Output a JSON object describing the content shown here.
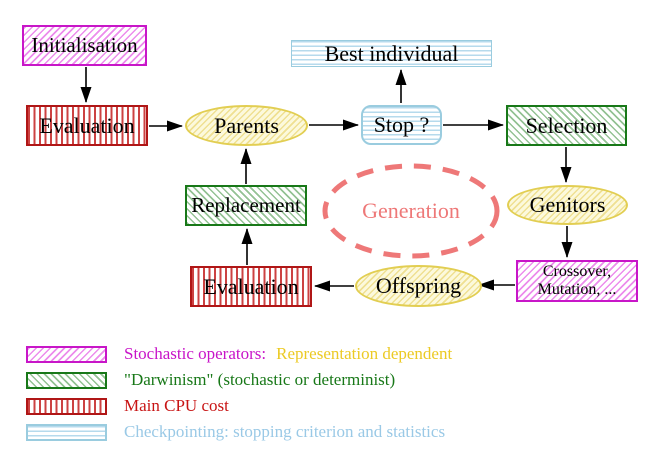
{
  "nodes": {
    "initialisation": {
      "label": "Initialisation"
    },
    "evaluation_top": {
      "label": "Evaluation"
    },
    "parents": {
      "label": "Parents"
    },
    "best_individual": {
      "label": "Best individual"
    },
    "stop": {
      "label": "Stop ?"
    },
    "selection": {
      "label": "Selection"
    },
    "replacement": {
      "label": "Replacement"
    },
    "generation": {
      "label": "Generation"
    },
    "genitors": {
      "label": "Genitors"
    },
    "crossover_mutation": {
      "line1": "Crossover,",
      "line2": "Mutation, ..."
    },
    "offspring": {
      "label": "Offspring"
    },
    "evaluation_bottom": {
      "label": "Evaluation"
    }
  },
  "legend": {
    "items": [
      {
        "pattern": "magenta-diagonal-hatch",
        "text": "Stochastic operators:",
        "text2": "Representation dependent"
      },
      {
        "pattern": "green-diagonal-hatch",
        "text": "\"Darwinism\" (stochastic or determinist)",
        "text2": ""
      },
      {
        "pattern": "red-vertical-stripes",
        "text": "Main CPU cost",
        "text2": ""
      },
      {
        "pattern": "cyan-horizontal-stripes",
        "text": "Checkpointing: stopping criterion and statistics",
        "text2": ""
      }
    ]
  },
  "colors": {
    "magenta_border": "#c816c8",
    "magenta_hatch": "#ec8cec",
    "red_border": "#b01616",
    "red_stripe": "#cc4242",
    "green_border": "#187818",
    "green_hatch": "#94c294",
    "cyan_border": "#9accdf",
    "cyan_stripe": "#b6daec",
    "yellow_border": "#e2ce52",
    "yellow_fill": "#fcf9dc",
    "yellow_hatch": "#efe092",
    "generation_salmon": "#ee7878",
    "legend_gold_text": "#ecca24",
    "legend_blue_text": "#9ac9e6",
    "arrow": "#000000"
  }
}
